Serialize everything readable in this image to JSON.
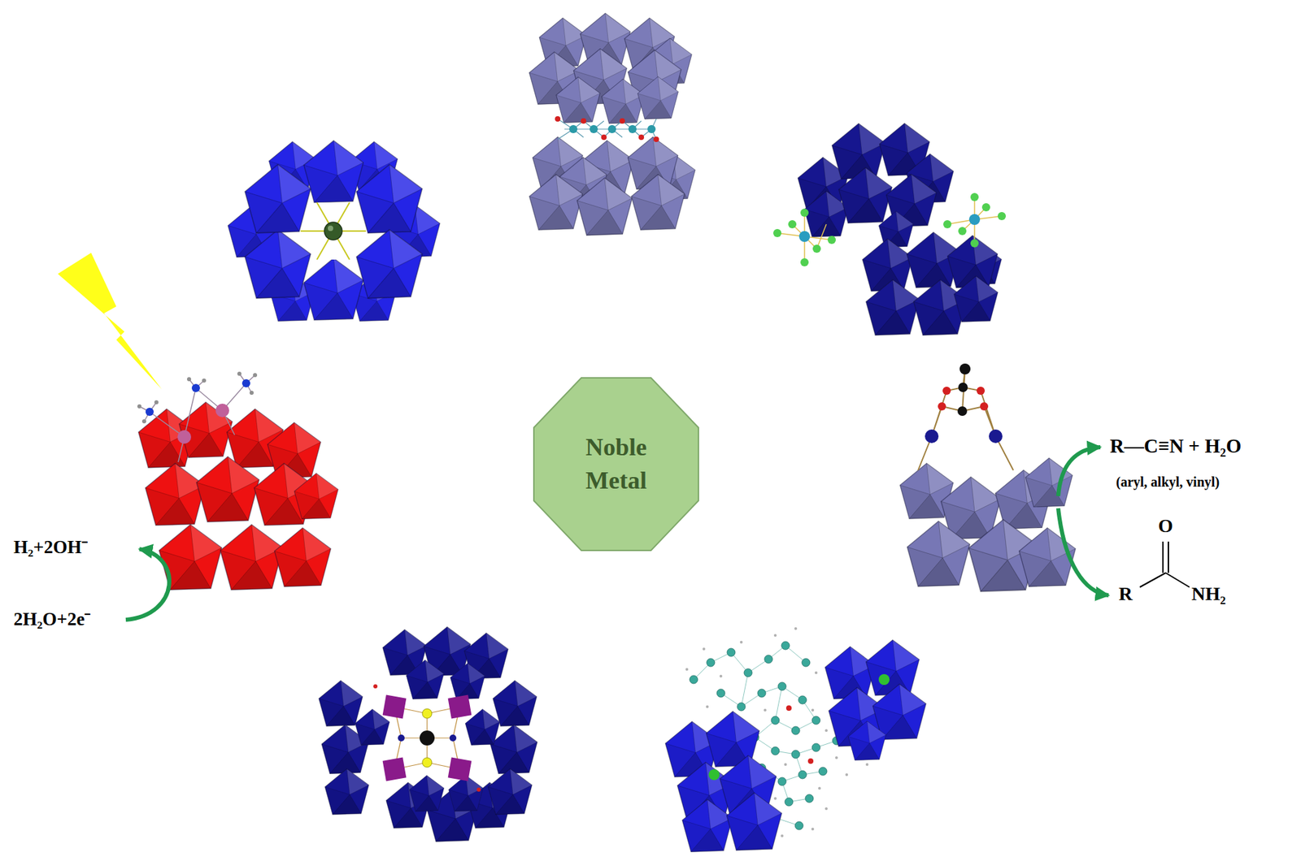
{
  "diagram": {
    "nodes": [
      {
        "text": [
          "Noble Metal"
        ]
      }
    ],
    "labels": [
      "H₂+2OH⁻",
      "2H₂O+2e⁻",
      "R—C≡N + H₂O",
      "(aryl, alkyl, vinyl)",
      "O",
      "R",
      "NH₂"
    ]
  }
}
